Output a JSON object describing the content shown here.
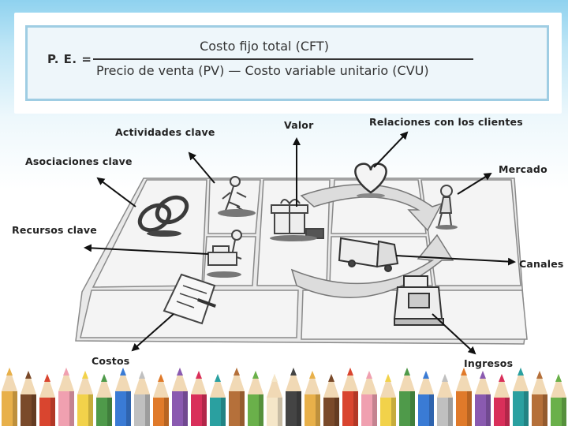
{
  "formula": {
    "label": "P. E. =",
    "numerator": "Costo fijo total (CFT)",
    "denominator": "Precio de venta (PV) — Costo variable unitario (CVU)"
  },
  "labels": {
    "actividades": "Actividades clave",
    "valor": "Valor",
    "relaciones": "Relaciones con los clientes",
    "asociaciones": "Asociaciones clave",
    "mercado": "Mercado",
    "recursos": "Recursos clave",
    "canales": "Canales",
    "costos": "Costos",
    "ingresos": "Ingresos"
  },
  "icons": [
    "rings-icon",
    "worker-icon",
    "gift-icon",
    "heart-icon",
    "person-icon",
    "truck-icon",
    "forklift-icon",
    "invoice-icon",
    "cash-register-icon",
    "arrow-icon"
  ],
  "colors": {
    "sky_top": "#8fd2ef",
    "formula_border": "#9fcde3",
    "formula_fill": "#eef6fa",
    "text": "#222222",
    "sketch": "#555555"
  }
}
